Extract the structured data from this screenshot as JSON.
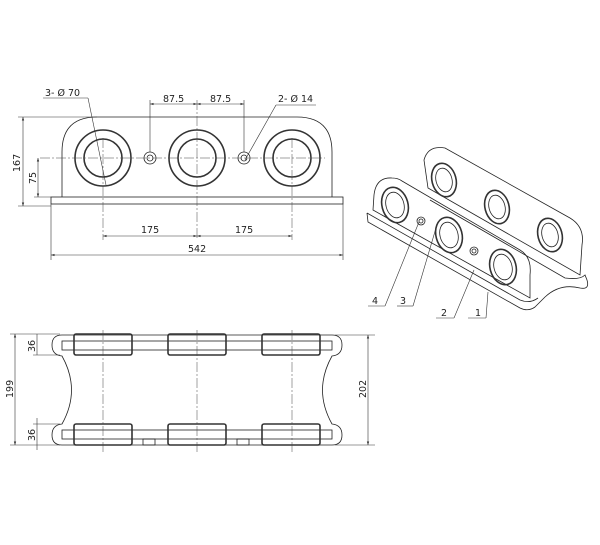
{
  "front_view": {
    "callout_holes": "3-",
    "callout_holes_dia": "70",
    "callout_bolts": "2-",
    "callout_bolts_dia": "14",
    "dim_bolt_left": "87.5",
    "dim_bolt_right": "87.5",
    "dim_height": "167",
    "dim_center_height": "75",
    "dim_pitch_left": "175",
    "dim_pitch_right": "175",
    "dim_length": "542"
  },
  "top_view": {
    "dim_total_width": "199",
    "dim_bar_top": "36",
    "dim_bar_bottom": "36",
    "dim_outer_width": "202"
  },
  "iso_view": {
    "part_labels": [
      "4",
      "3",
      "2",
      "1"
    ]
  }
}
